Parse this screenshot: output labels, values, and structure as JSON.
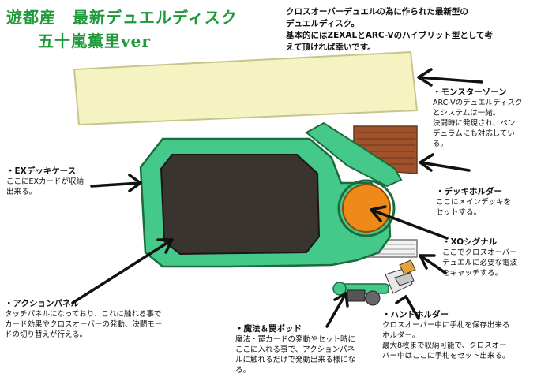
{
  "title": {
    "line1": "遊都産　最新デュエルディスク",
    "line2": "五十嵐薫里ver"
  },
  "intro": {
    "lines": [
      "クロスオーバーデュエルの為に作られた最新型の",
      "デュエルディスク。",
      "基本的にはZEXALとARC-Vのハイブリット型として考",
      "えて頂ければ幸いです。"
    ]
  },
  "labels": {
    "monster_zone": {
      "heading": "・モンスターゾーン",
      "lines": [
        "ARC-Vのデュエルディスク",
        "とシステムは一緒。",
        "決闘時に発現され、ペン",
        "デュラムにも対応してい",
        "る。"
      ]
    },
    "ex_deck_case": {
      "heading": "・EXデッキケース",
      "lines": [
        "ここにEXカードが収納",
        "出来る。"
      ]
    },
    "deck_holder": {
      "heading": "・デッキホルダー",
      "lines": [
        "ここにメインデッキを",
        "セットする。"
      ]
    },
    "xo_signal": {
      "heading": "・XOシグナル",
      "lines": [
        "ここでクロスオーバー",
        "デュエルに必要な電波",
        "をキャッチする。"
      ]
    },
    "action_panel": {
      "heading": "・アクションパネル",
      "lines": [
        "タッチパネルになっており、これに触れる事で",
        "カード効果やクロスオーバーの発動、決闘モー",
        "ドの切り替えが行える。"
      ]
    },
    "hand_holder": {
      "heading": "・ハンドホルダー",
      "lines": [
        "クロスオーバー中に手札を保存出来る",
        "ホルダー。",
        "最大8枚まで収納可能で、クロスオー",
        "バー中はここに手札をセット出来る。"
      ]
    },
    "spell_trap_pod": {
      "heading": "・魔法＆罠ポッド",
      "lines": [
        "魔法・罠カードの発動やセット時に",
        "ここに入れる事で、アクションパネ",
        "ルに触れるだけで発動出来る様にな",
        "る。"
      ]
    }
  },
  "colors": {
    "title_green": "#1f9a3a",
    "body_green": "#44c98a",
    "dark_panel": "#3a3430",
    "orange_deck": "#ef8a1a",
    "yellow_zone": "#f6f3c2",
    "brown_cards": "#a0522d"
  }
}
